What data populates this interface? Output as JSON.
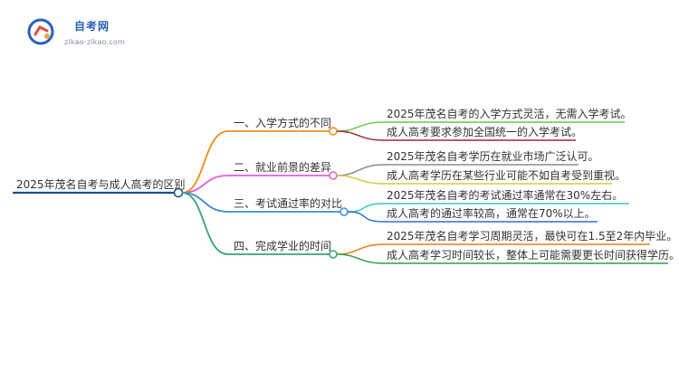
{
  "logo": {
    "title": "自考网",
    "subtitle": "zikao-zikao.com"
  },
  "root": {
    "label": "2025年茂名自考与成人高考的区别"
  },
  "branches": [
    {
      "label": "一、入学方式的不同",
      "color": "#f08c1a",
      "leaves": [
        {
          "label": "2025年茂名自考的入学方式灵活，无需入学考试。",
          "color": "#69c74a"
        },
        {
          "label": "成人高考要求参加全国统一的入学考试。",
          "color": "#9b2a3c"
        }
      ]
    },
    {
      "label": "二、就业前景的差异",
      "color": "#e65bd8",
      "leaves": [
        {
          "label": "2025年茂名自考学历在就业市场广泛认可。",
          "color": "#8c8c8c"
        },
        {
          "label": "成人高考学历在某些行业可能不如自考受到重视。",
          "color": "#cfcf3c"
        }
      ]
    },
    {
      "label": "三、考试通过率的对比",
      "color": "#3a8fcf",
      "leaves": [
        {
          "label": "2025年茂名自考的考试通过率通常在30%左右。",
          "color": "#3ac6cc"
        },
        {
          "label": "成人高考的通过率较高，通常在70%以上。",
          "color": "#2f6fd1"
        }
      ]
    },
    {
      "label": "四、完成学业的时间",
      "color": "#34a66b",
      "leaves": [
        {
          "label": "2025年茂名自考学习周期灵活，最快可在1.5至2年内毕业。",
          "color": "#ef7d1a"
        },
        {
          "label": "成人高考学习时间较长，整体上可能需要更长时间获得学历。",
          "color": "#2f9d4f"
        }
      ]
    }
  ],
  "root_color": "#1f4f8c"
}
